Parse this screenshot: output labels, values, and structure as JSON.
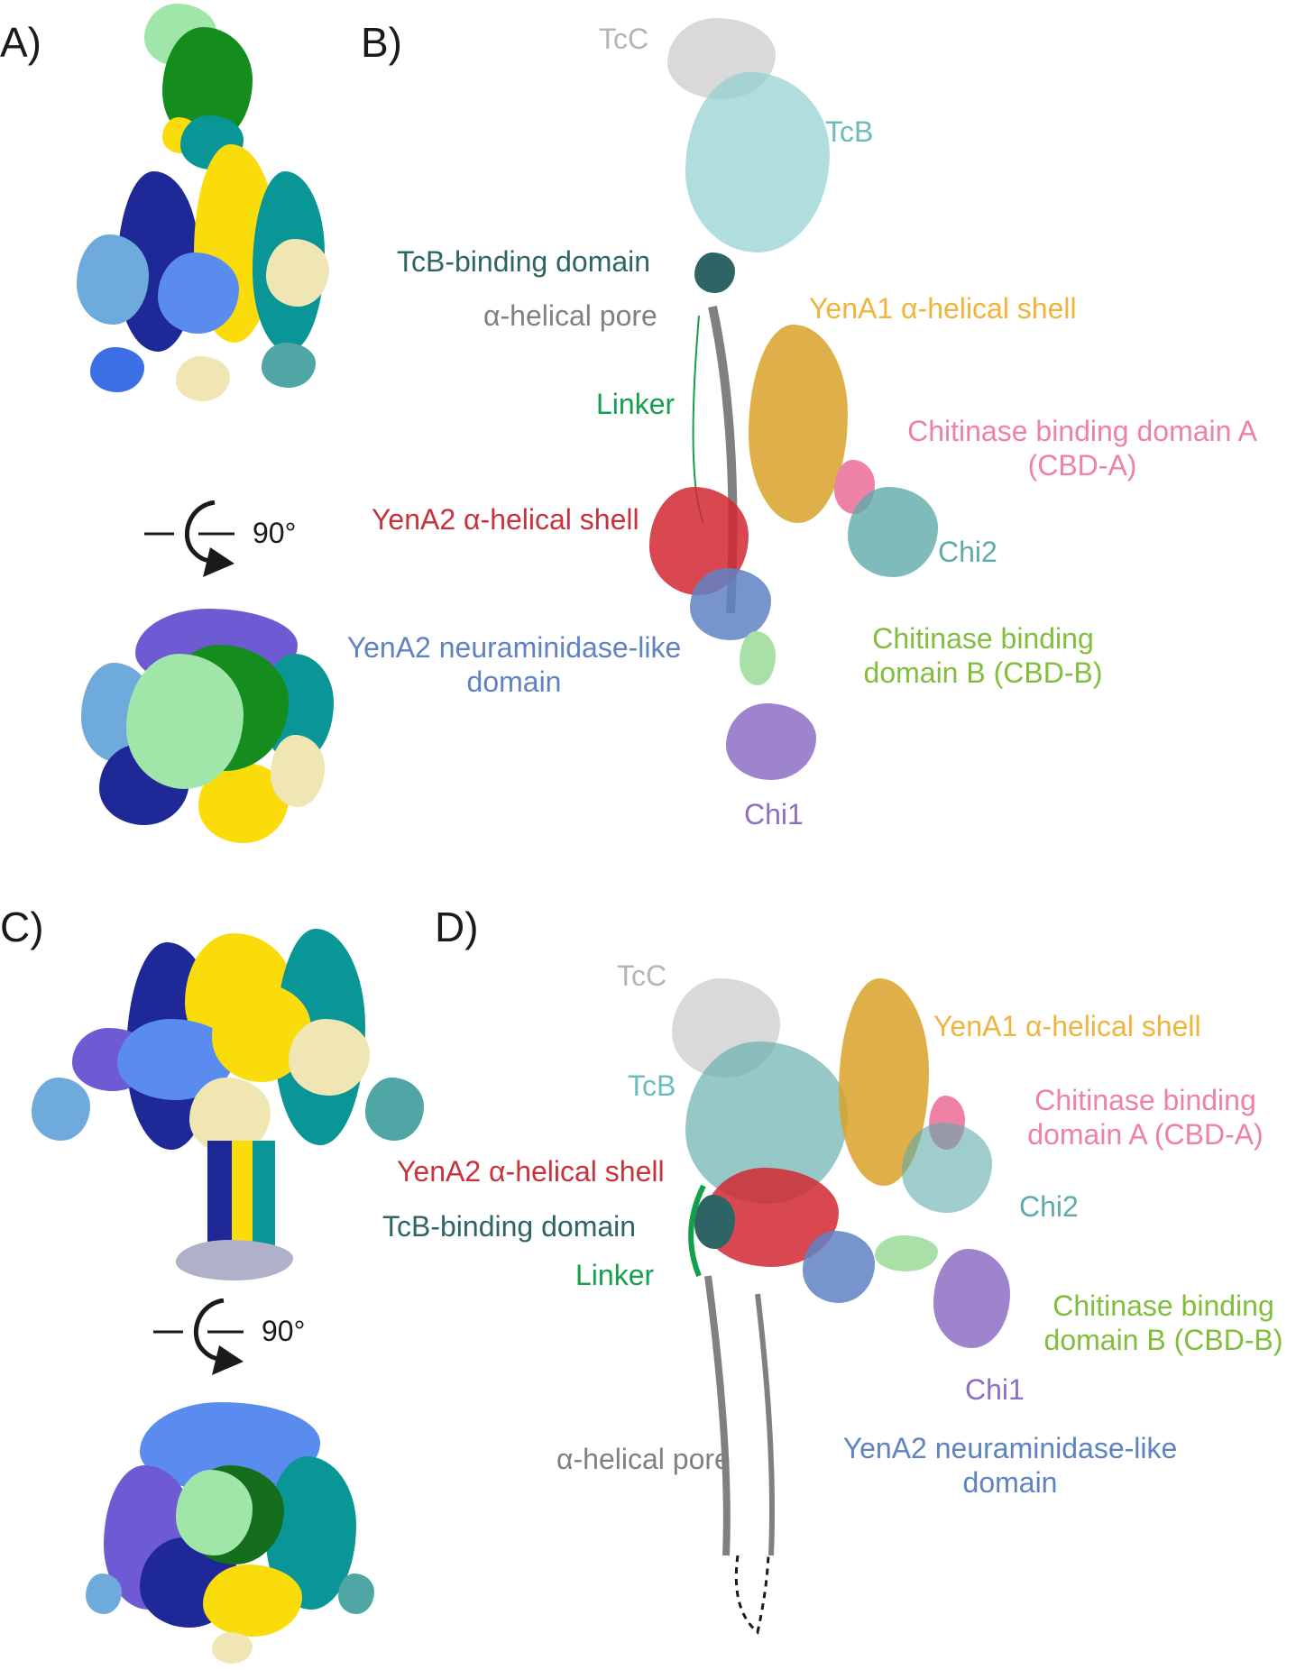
{
  "figure": {
    "panels": [
      {
        "id": "A",
        "letter": "A)"
      },
      {
        "id": "B",
        "letter": "B)"
      },
      {
        "id": "C",
        "letter": "C)"
      },
      {
        "id": "D",
        "letter": "D)"
      }
    ],
    "rotation": {
      "angle_label": "90°"
    },
    "colors": {
      "tcc": "#b5b5b5",
      "tcb": "#6bbcbc",
      "tcb_binding": "#2f6464",
      "pore": "#808080",
      "linker": "#14a04a",
      "yena1_shell": "#f0b43c",
      "yena2_shell": "#c8323c",
      "cbd_a": "#ee82a6",
      "chi2": "#5faaaa",
      "neuraminidase": "#5f82c3",
      "cbd_b": "#80be3c",
      "chi1": "#8c6ec3",
      "map_darkgreen": "#148c1e",
      "map_lightgreen": "#a0e6a8",
      "map_yellow": "#fadc0a",
      "map_navy": "#1e2896",
      "map_teal": "#0a9696",
      "map_blue": "#5a8cf0",
      "map_skyblue": "#6eaadc",
      "map_cream": "#f0e6b4",
      "map_purple": "#6e5ad2"
    },
    "panel_b_labels": {
      "tcc": "TcC",
      "tcb": "TcB",
      "tcb_binding": "TcB-binding domain",
      "pore": "α-helical pore",
      "yena1_shell": "YenA1 α-helical shell",
      "linker": "Linker",
      "cbd_a_line1": "Chitinase binding domain A",
      "cbd_a_line2": "(CBD-A)",
      "yena2_shell": "YenA2 α-helical shell",
      "chi2": "Chi2",
      "neuraminidase_line1": "YenA2 neuraminidase-like",
      "neuraminidase_line2": "domain",
      "cbd_b_line1": "Chitinase binding",
      "cbd_b_line2": "domain B (CBD-B)",
      "chi1": "Chi1"
    },
    "panel_d_labels": {
      "tcc": "TcC",
      "yena1_shell": "YenA1 α-helical shell",
      "tcb": "TcB",
      "cbd_a_line1": "Chitinase binding",
      "cbd_a_line2": "domain A (CBD-A)",
      "yena2_shell": "YenA2 α-helical shell",
      "chi2": "Chi2",
      "tcb_binding": "TcB-binding domain",
      "linker": "Linker",
      "cbd_b_line1": "Chitinase binding",
      "cbd_b_line2": "domain B (CBD-B)",
      "chi1": "Chi1",
      "pore": "α-helical pore",
      "neuraminidase_line1": "YenA2 neuraminidase-like",
      "neuraminidase_line2": "domain"
    }
  }
}
